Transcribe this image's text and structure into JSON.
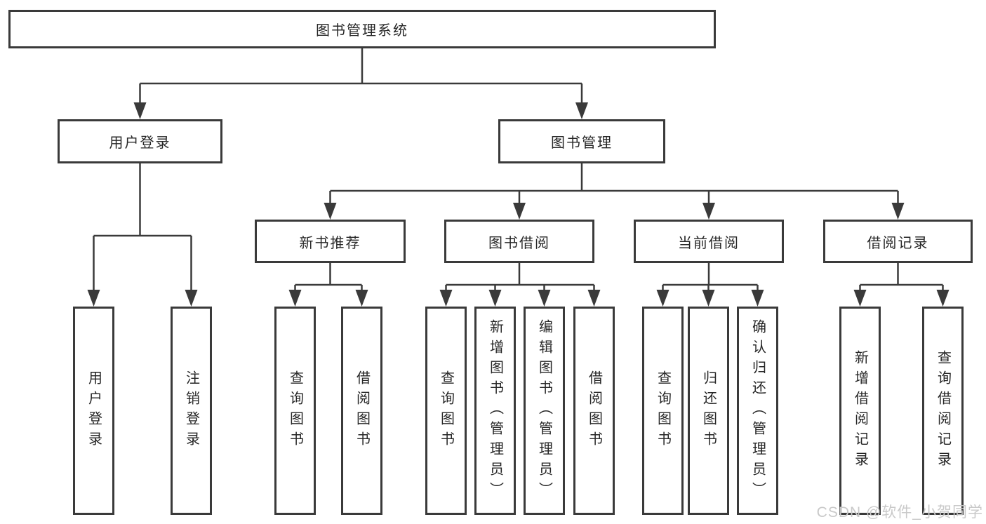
{
  "tree": {
    "root": {
      "label": "图书管理系统"
    },
    "branches": [
      {
        "label": "用户登录",
        "children": [
          {
            "label": "用户登录"
          },
          {
            "label": "注销登录"
          }
        ]
      },
      {
        "label": "图书管理",
        "children": [
          {
            "label": "新书推荐",
            "children": [
              {
                "label": "查询图书"
              },
              {
                "label": "借阅图书"
              }
            ]
          },
          {
            "label": "图书借阅",
            "children": [
              {
                "label": "查询图书"
              },
              {
                "label": "新增图书（管理员）"
              },
              {
                "label": "编辑图书（管理员）"
              },
              {
                "label": "借阅图书"
              }
            ]
          },
          {
            "label": "当前借阅",
            "children": [
              {
                "label": "查询图书"
              },
              {
                "label": "归还图书"
              },
              {
                "label": "确认归还（管理员）"
              }
            ]
          },
          {
            "label": "借阅记录",
            "children": [
              {
                "label": "新增借阅记录"
              },
              {
                "label": "查询借阅记录"
              }
            ]
          }
        ]
      }
    ]
  },
  "watermark": {
    "text": "CSDN @软件_小贺同学"
  },
  "colors": {
    "line": "#3a3a3a",
    "text": "#262626",
    "watermark": "#c9c9c9",
    "background": "#ffffff"
  }
}
